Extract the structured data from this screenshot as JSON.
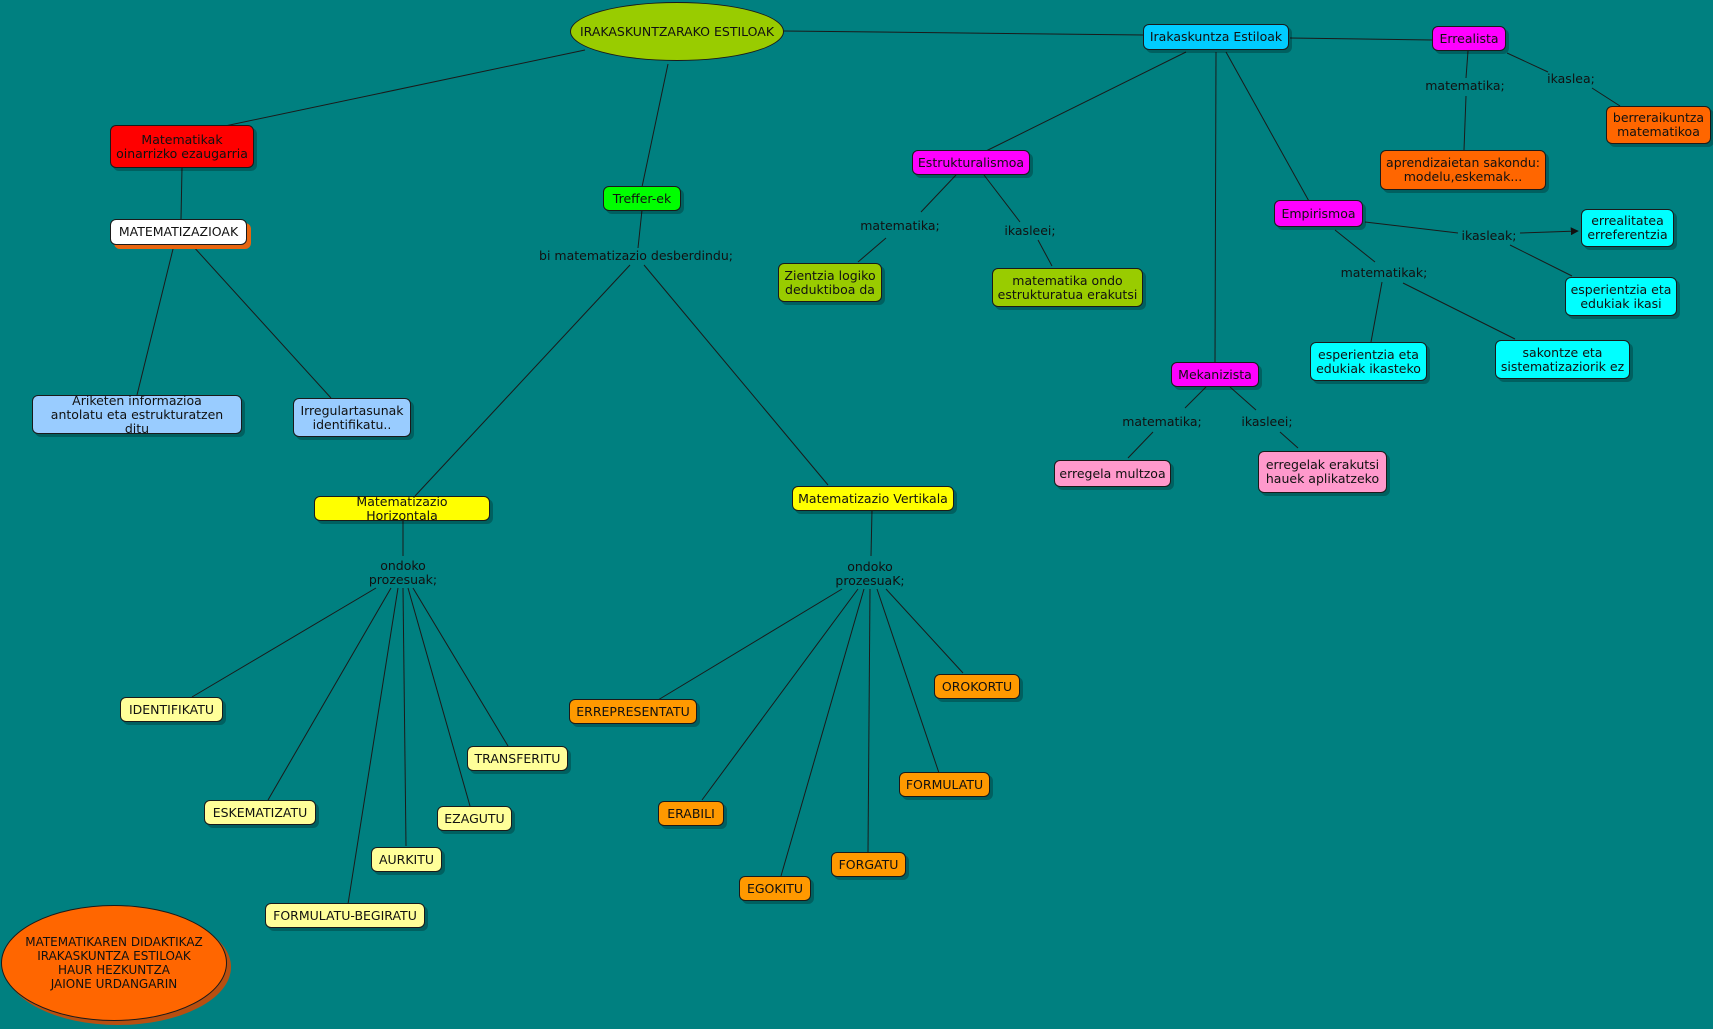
{
  "colors": {
    "background": "#008080",
    "olive": "#99cc00",
    "red": "#ff0000",
    "white": "#ffffff",
    "light_blue": "#99ccff",
    "green": "#00ff00",
    "yellow": "#ffff00",
    "light_yellow": "#ffff99",
    "orange": "#ff9900",
    "magenta": "#ff00ff",
    "sky": "#00ccff",
    "cyan": "#00ffff",
    "dark_orange": "#ff6600",
    "pink": "#ff99cc",
    "line": "#1a1a1a"
  },
  "nodes": {
    "root": "IRAKASKUNTZARAKO ESTILOAK",
    "matematikak": "Matematikak\noinarrizko ezaugarria",
    "matematizazioak": "MATEMATIZAZIOAK",
    "ariketen": "Ariketen informazioa\nantolatu eta estrukturatzen ditu",
    "irregular": "Irregulartasunak\nidentifikatu..",
    "treffer": "Treffer-ek",
    "horizontala": "Matematizazio Horizontala",
    "vertikala": "Matematizazio Vertikala",
    "identifikatu": "IDENTIFIKATU",
    "eskematizatu": "ESKEMATIZATU",
    "formulatu_begiratu": "FORMULATU-BEGIRATU",
    "aurkitu": "AURKITU",
    "ezagutu": "EZAGUTU",
    "transferitu": "TRANSFERITU",
    "errepresentatu": "ERREPRESENTATU",
    "erabili": "ERABILI",
    "egokitu": "EGOKITU",
    "forgatu": "FORGATU",
    "formulatu": "FORMULATU",
    "orokortu": "OROKORTU",
    "irakaskuntza": "Irakaskuntza Estiloak",
    "errealista": "Errealista",
    "berreraikuntza": "berreraikuntza\nmatematikoa",
    "aprendizaietan": "aprendizaietan sakondu:\nmodelu,eskemak...",
    "estrukturalismoa": "Estrukturalismoa",
    "zientzia": "Zientzia logiko\ndeduktiboa da",
    "matematika_ondo": "matematika ondo\nestrukturatua erakutsi",
    "empirismoa": "Empirismoa",
    "errealitatea": "errealitatea\nerreferentzia",
    "esperientzia_ikasi": "esperientzia eta\nedukiak ikasi",
    "esperientzia_ikasteko": "esperientzia eta\nedukiak ikasteko",
    "sakontze": "sakontze eta\nsistematizaziorik ez",
    "mekanizista": "Mekanizista",
    "erregela": "erregela multzoa",
    "erregelak": "erregelak erakutsi\nhauek aplikatzeko",
    "footer": "MATEMATIKAREN DIDAKTIKAZ\nIRAKASKUNTZA ESTILOAK\nHAUR HEZKUNTZA\nJAIONE URDANGARIN"
  },
  "links": {
    "bi_mat": "bi matematizazio desberdindu;",
    "ondoko1": "ondoko\nprozesuak;",
    "ondoko2": "ondoko\nprozesuaK;",
    "err_mat": "matematika;",
    "err_ikas": "ikaslea;",
    "est_mat": "matematika;",
    "est_ikas": "ikasleei;",
    "emp_ikas": "ikasleak;",
    "emp_mat": "matematikak;",
    "mek_mat": "matematika;",
    "mek_ikas": "ikasleei;"
  }
}
